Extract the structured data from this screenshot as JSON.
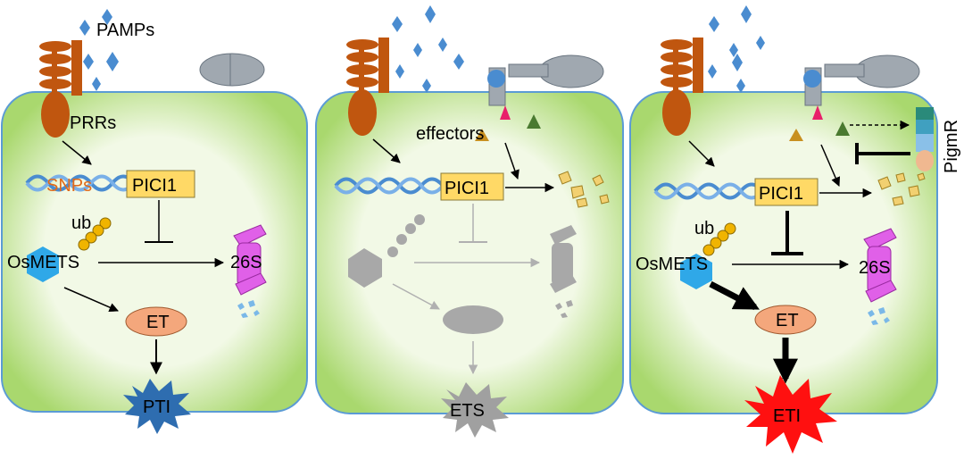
{
  "panels": [
    {
      "id": "pti",
      "pamps_label": "PAMPs",
      "prr_label": "PRRs",
      "snp_label": "SNPs",
      "pici_label": "PICI1",
      "ub_label": "ub",
      "osmets_label": "OsMETS",
      "proteasome_label": "26S",
      "et_label": "ET",
      "outcome_label": "PTI"
    },
    {
      "id": "ets",
      "effectors_label": "effectors",
      "pici_label": "PICI1",
      "outcome_label": "ETS"
    },
    {
      "id": "eti",
      "pici_label": "PICI1",
      "ub_label": "ub",
      "osmets_label": "OsMETS",
      "proteasome_label": "26S",
      "et_label": "ET",
      "outcome_label": "ETI",
      "receptor_label": "PigmR"
    }
  ],
  "colors": {
    "cell_fill": "#a9d86e",
    "cell_inner": "#f2f9e6",
    "cell_border": "#5b9bd5",
    "prr": "#c0560f",
    "pamp": "#4a8cd0",
    "pici_box": "#ffd966",
    "osmets": "#2fa8e8",
    "ub": "#f0b400",
    "proteasome": "#e060e8",
    "et": "#f4a77c",
    "pti_burst": "#2e6db0",
    "ets_burst": "#a0a0a0",
    "eti_burst": "#ff1010",
    "snp_text": "#e06a1a"
  }
}
